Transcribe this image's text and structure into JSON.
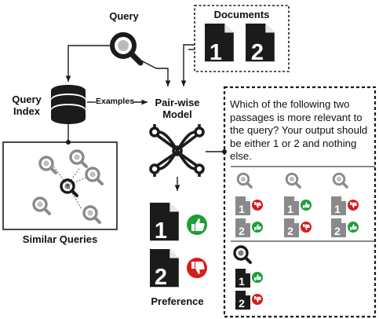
{
  "labels": {
    "query": "Query",
    "documents": "Documents",
    "query_index": "Query\nIndex",
    "examples": "Examples",
    "model": "Pair-wise\nModel",
    "similar_queries": "Similar Queries",
    "preference": "Preference"
  },
  "prompt": "Which of the following two passages is more relevant to the query? Your output should be either 1 or 2 and nothing else.",
  "docs": [
    "1",
    "2"
  ],
  "colors": {
    "dark": "#1b1b1b",
    "gray": "#8a8a8a",
    "green": "#1d9e3a",
    "red": "#d81b1b"
  }
}
